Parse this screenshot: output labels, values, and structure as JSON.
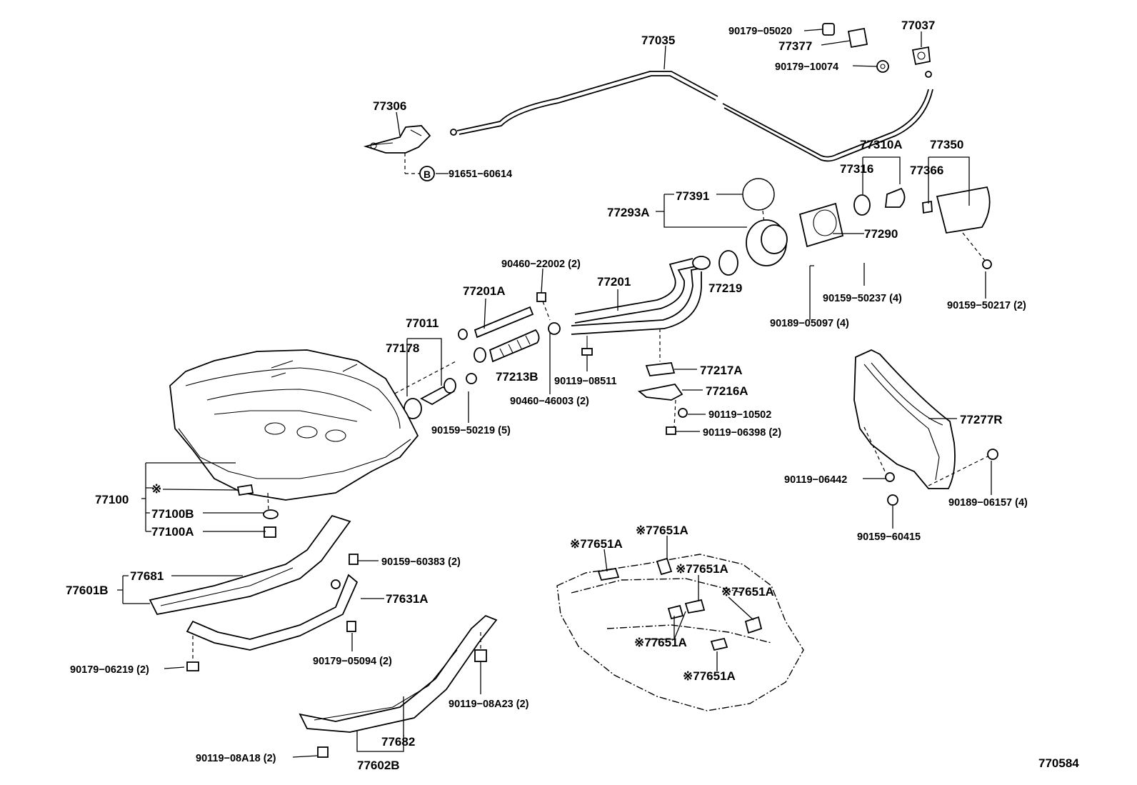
{
  "diagram_id": "770584",
  "labels": {
    "p77035": "77035",
    "p90179_05020": "90179−05020",
    "p77377": "77377",
    "p77037": "77037",
    "p90179_10074": "90179−10074",
    "p77306": "77306",
    "p91651_60614": "91651−60614",
    "circle_b": "B",
    "p77310A": "77310A",
    "p77350": "77350",
    "p77316": "77316",
    "p77366": "77366",
    "p77391": "77391",
    "p77293A": "77293A",
    "p77290": "77290",
    "p90460_22002": "90460−22002 (2)",
    "p77201": "77201",
    "p77201A": "77201A",
    "p77219": "77219",
    "p90159_50237": "90159−50237 (4)",
    "p90159_50217": "90159−50217 (2)",
    "p90189_05097": "90189−05097 (4)",
    "p77011": "77011",
    "p77178": "77178",
    "p77213B": "77213B",
    "p90119_08511": "90119−08511",
    "p90460_46003": "90460−46003 (2)",
    "p77217A": "77217A",
    "p77216A": "77216A",
    "p90119_10502": "90119−10502",
    "p90119_06398": "90119−06398 (2)",
    "p90159_50219": "90159−50219 (5)",
    "p77277R": "77277R",
    "p90119_06442": "90119−06442",
    "p90189_06157": "90189−06157 (4)",
    "p90159_60415": "90159−60415",
    "p77100": "77100",
    "ref_mark": "※",
    "p77100B": "77100B",
    "p77100A": "77100A",
    "p90159_60383": "90159−60383 (2)",
    "p77601B": "77601B",
    "p77681": "77681",
    "p77631A": "77631A",
    "p90179_06219": "90179−06219 (2)",
    "p90179_05094": "90179−05094 (2)",
    "p90119_08A23": "90119−08A23 (2)",
    "p77682": "77682",
    "p90119_08A18": "90119−08A18 (2)",
    "p77602B": "77602B",
    "pad1": "※77651A",
    "pad2": "※77651A",
    "pad3": "※77651A",
    "pad4": "※77651A",
    "pad5": "※77651A",
    "pad6": "※77651A"
  }
}
